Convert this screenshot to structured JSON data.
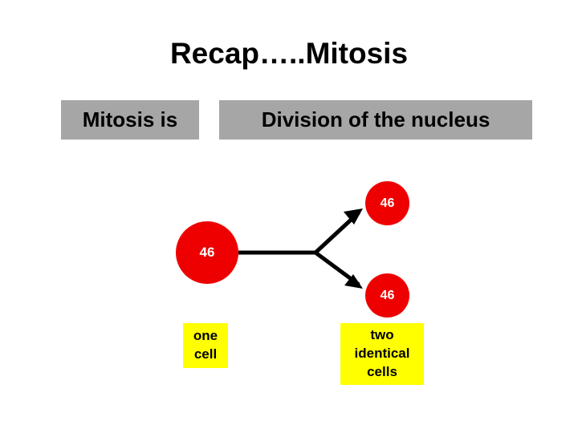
{
  "slide": {
    "title": "Recap…..Mitosis",
    "subject_label": "Mitosis is",
    "definition_label": "Division of the nucleus",
    "cells": {
      "parent": {
        "chromosome_count": "46",
        "caption_line_1": "one",
        "caption_line_2": "cell"
      },
      "daughter_top": {
        "chromosome_count": "46"
      },
      "daughter_bottom": {
        "chromosome_count": "46"
      },
      "daughter_caption": {
        "line_1": "two",
        "line_2": "identical",
        "line_3": "cells"
      }
    },
    "colors": {
      "cell_fill": "#ef0000",
      "highlight_box": "#a6a6a6",
      "caption_box": "#ffff00",
      "text": "#000000",
      "arrow": "#000000",
      "background": "#ffffff"
    }
  }
}
